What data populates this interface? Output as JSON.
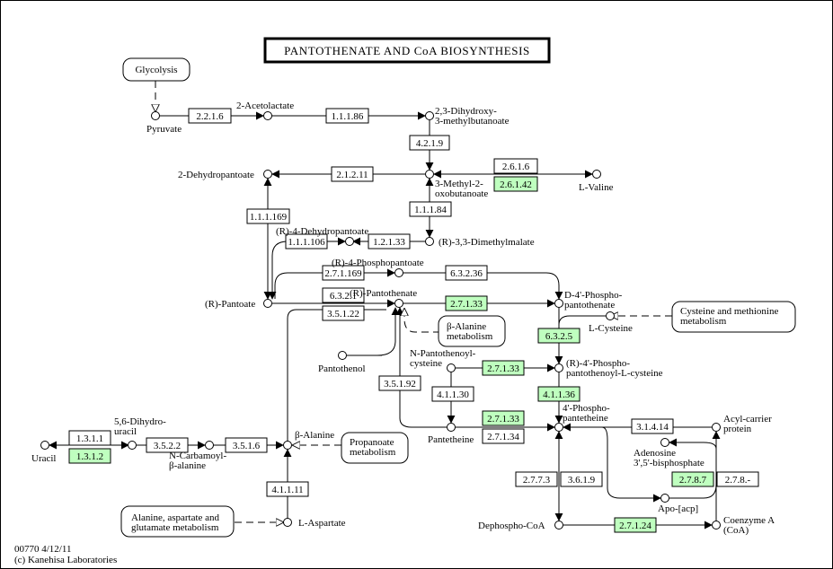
{
  "title": "PANTOTHENATE AND CoA BIOSYNTHESIS",
  "footer": {
    "map_id": "00770 4/12/11",
    "copyright": "(c) Kanehisa Laboratories"
  },
  "colors": {
    "highlight_enzyme": "#bfffbf",
    "plain_enzyme": "#ffffff",
    "line": "#000000"
  },
  "maps": [
    {
      "id": "glycolysis",
      "lines": [
        "Glycolysis"
      ]
    },
    {
      "id": "cys-met",
      "lines": [
        "Cysteine and methionine",
        "metabolism"
      ]
    },
    {
      "id": "b-alanine",
      "lines": [
        "β-Alanine",
        "metabolism"
      ]
    },
    {
      "id": "propanoate",
      "lines": [
        "Propanoate",
        "metabolism"
      ]
    },
    {
      "id": "ala-asp-glu",
      "lines": [
        "Alanine, aspartate and",
        "glutamate metabolism"
      ]
    }
  ],
  "compounds": [
    {
      "id": "pyruvate",
      "lines": [
        "Pyruvate"
      ]
    },
    {
      "id": "acetolactate",
      "lines": [
        "2-Acetolactate"
      ]
    },
    {
      "id": "dihydroxy",
      "lines": [
        "2,3-Dihydroxy-",
        "3-methylbutanoate"
      ]
    },
    {
      "id": "methyl-oxo",
      "lines": [
        "3-Methyl-2-",
        "oxobutanoate"
      ]
    },
    {
      "id": "l-valine",
      "lines": [
        "L-Valine"
      ]
    },
    {
      "id": "dehydropantoate",
      "lines": [
        "2-Dehydropantoate"
      ]
    },
    {
      "id": "r-dehydropantoate",
      "lines": [
        "(R)-4-Dehydropantoate"
      ]
    },
    {
      "id": "dimethylmalate",
      "lines": [
        "(R)-3,3-Dimethylmalate"
      ]
    },
    {
      "id": "phosphopantoate",
      "lines": [
        "(R)-4-Phosphopantoate"
      ]
    },
    {
      "id": "pantoate",
      "lines": [
        "(R)-Pantoate"
      ]
    },
    {
      "id": "pantothenate",
      "lines": [
        "(R)-Pantothenate"
      ]
    },
    {
      "id": "d-phosphopantothenate",
      "lines": [
        "D-4'-Phospho-",
        "pantothenate"
      ]
    },
    {
      "id": "l-cysteine",
      "lines": [
        "L-Cysteine"
      ]
    },
    {
      "id": "pantothenol",
      "lines": [
        "Pantothenol"
      ]
    },
    {
      "id": "n-pantothenoyl-cys",
      "lines": [
        "N-Pantothenoyl-",
        "cysteine"
      ]
    },
    {
      "id": "phosphopantothenoyl-cys",
      "lines": [
        "(R)-4'-Phospho-",
        "pantothenoyl-L-cysteine"
      ]
    },
    {
      "id": "pantetheine",
      "lines": [
        "Pantetheine"
      ]
    },
    {
      "id": "phosphopantetheine",
      "lines": [
        "4'-Phospho-",
        "pantetheine"
      ]
    },
    {
      "id": "acp",
      "lines": [
        "Acyl-carrier",
        "protein"
      ]
    },
    {
      "id": "adenosine-bp",
      "lines": [
        "Adenosine",
        "3',5'-bisphosphate"
      ]
    },
    {
      "id": "apo-acp",
      "lines": [
        "Apo-[acp]"
      ]
    },
    {
      "id": "dephospho-coa",
      "lines": [
        "Dephospho-CoA"
      ]
    },
    {
      "id": "coa",
      "lines": [
        "Coenzyme A",
        "(CoA)"
      ]
    },
    {
      "id": "uracil",
      "lines": [
        "Uracil"
      ]
    },
    {
      "id": "dihydrouracil",
      "lines": [
        "5,6-Dihydro-",
        "uracil"
      ]
    },
    {
      "id": "n-carbamoyl",
      "lines": [
        "N-Carbamoyl-",
        "β-alanine"
      ]
    },
    {
      "id": "b-alanine-cpd",
      "lines": [
        "β-Alanine"
      ]
    },
    {
      "id": "l-aspartate",
      "lines": [
        "L-Aspartate"
      ]
    }
  ],
  "enzymes": [
    {
      "id": "e1",
      "ec": "2.2.1.6",
      "highlighted": false
    },
    {
      "id": "e2",
      "ec": "1.1.1.86",
      "highlighted": false
    },
    {
      "id": "e3",
      "ec": "4.2.1.9",
      "highlighted": false
    },
    {
      "id": "e4",
      "ec": "2.1.2.11",
      "highlighted": false
    },
    {
      "id": "e5",
      "ec": "2.6.1.6",
      "highlighted": false
    },
    {
      "id": "e6",
      "ec": "2.6.1.42",
      "highlighted": true
    },
    {
      "id": "e7",
      "ec": "1.1.1.84",
      "highlighted": false
    },
    {
      "id": "e8",
      "ec": "1.1.1.169",
      "highlighted": false
    },
    {
      "id": "e9",
      "ec": "1.1.1.106",
      "highlighted": false
    },
    {
      "id": "e10",
      "ec": "1.2.1.33",
      "highlighted": false
    },
    {
      "id": "e11",
      "ec": "2.7.1.169",
      "highlighted": false
    },
    {
      "id": "e12",
      "ec": "6.3.2.36",
      "highlighted": false
    },
    {
      "id": "e13",
      "ec": "6.3.2.1",
      "highlighted": false
    },
    {
      "id": "e14",
      "ec": "3.5.1.22",
      "highlighted": false
    },
    {
      "id": "e15",
      "ec": "2.7.1.33",
      "highlighted": true
    },
    {
      "id": "e16",
      "ec": "6.3.2.5",
      "highlighted": true
    },
    {
      "id": "e17",
      "ec": "2.7.1.33",
      "highlighted": true
    },
    {
      "id": "e18",
      "ec": "3.5.1.92",
      "highlighted": false
    },
    {
      "id": "e19",
      "ec": "4.1.1.30",
      "highlighted": false
    },
    {
      "id": "e20",
      "ec": "4.1.1.36",
      "highlighted": true
    },
    {
      "id": "e21",
      "ec": "2.7.1.33",
      "highlighted": true
    },
    {
      "id": "e22",
      "ec": "2.7.1.34",
      "highlighted": false
    },
    {
      "id": "e23",
      "ec": "3.1.4.14",
      "highlighted": false
    },
    {
      "id": "e24",
      "ec": "2.7.7.3",
      "highlighted": false
    },
    {
      "id": "e25",
      "ec": "3.6.1.9",
      "highlighted": false
    },
    {
      "id": "e26",
      "ec": "2.7.8.7",
      "highlighted": true
    },
    {
      "id": "e27",
      "ec": "2.7.8.-",
      "highlighted": false
    },
    {
      "id": "e28",
      "ec": "2.7.1.24",
      "highlighted": true
    },
    {
      "id": "e29",
      "ec": "1.3.1.1",
      "highlighted": false
    },
    {
      "id": "e30",
      "ec": "1.3.1.2",
      "highlighted": true
    },
    {
      "id": "e31",
      "ec": "3.5.2.2",
      "highlighted": false
    },
    {
      "id": "e32",
      "ec": "3.5.1.6",
      "highlighted": false
    },
    {
      "id": "e33",
      "ec": "4.1.1.11",
      "highlighted": false
    }
  ]
}
